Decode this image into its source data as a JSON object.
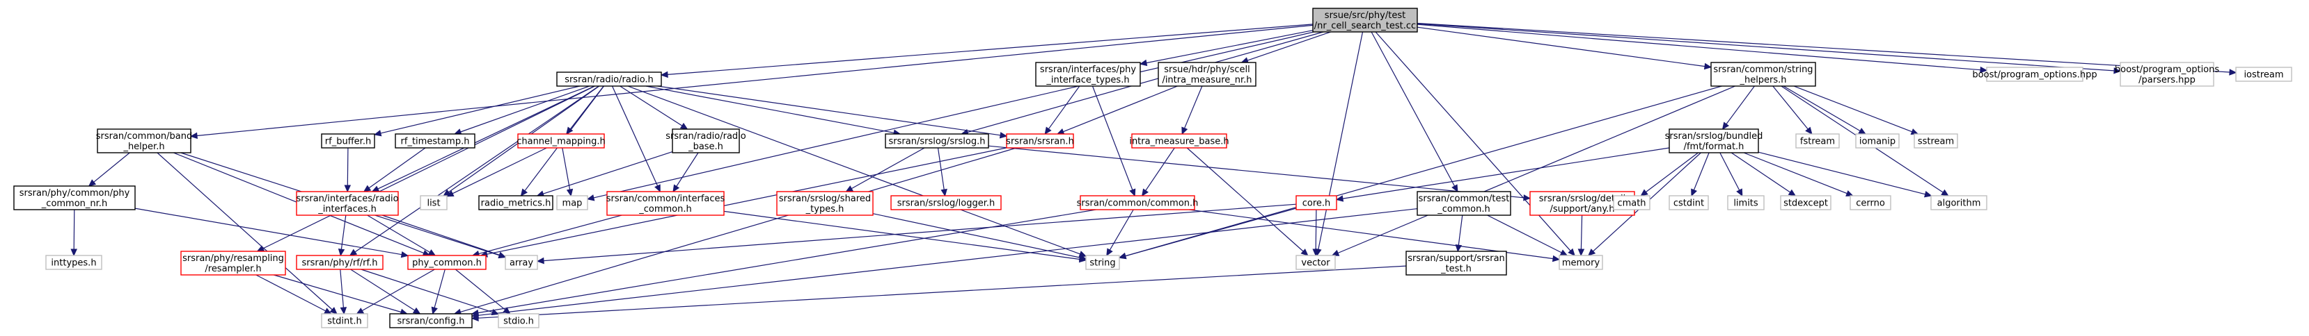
{
  "graph": {
    "title": "Include dependency graph for nr_cell_search_test.cc",
    "colors": {
      "root_fill": "#bfbfbf",
      "doc_border": "#000000",
      "undoc_border": "#ff0000",
      "system_border": "#bfbfbf",
      "edge": "#191970"
    },
    "nodes": [
      {
        "id": "root",
        "lines": [
          "srsue/src/phy/test",
          "/nr_cell_search_test.cc"
        ],
        "kind": "root"
      },
      {
        "id": "radio",
        "lines": [
          "srsran/radio/radio.h"
        ],
        "kind": "doc"
      },
      {
        "id": "phyif",
        "lines": [
          "srsran/interfaces/phy",
          "_interface_types.h"
        ],
        "kind": "doc"
      },
      {
        "id": "intra",
        "lines": [
          "srsue/hdr/phy/scell",
          "/intra_measure_nr.h"
        ],
        "kind": "doc"
      },
      {
        "id": "strh",
        "lines": [
          "srsran/common/string",
          "_helpers.h"
        ],
        "kind": "doc"
      },
      {
        "id": "bpo",
        "lines": [
          "boost/program_options.hpp"
        ],
        "kind": "sys"
      },
      {
        "id": "bpop",
        "lines": [
          "boost/program_options",
          "/parsers.hpp"
        ],
        "kind": "sys"
      },
      {
        "id": "iostream",
        "lines": [
          "iostream"
        ],
        "kind": "sys"
      },
      {
        "id": "band",
        "lines": [
          "srsran/common/band",
          "_helper.h"
        ],
        "kind": "doc"
      },
      {
        "id": "rfbuf",
        "lines": [
          "rf_buffer.h"
        ],
        "kind": "doc"
      },
      {
        "id": "rfts",
        "lines": [
          "rf_timestamp.h"
        ],
        "kind": "doc"
      },
      {
        "id": "chmap",
        "lines": [
          "channel_mapping.h"
        ],
        "kind": "undoc"
      },
      {
        "id": "radiobase",
        "lines": [
          "srsran/radio/radio",
          "_base.h"
        ],
        "kind": "doc"
      },
      {
        "id": "srslog",
        "lines": [
          "srsran/srslog/srslog.h"
        ],
        "kind": "doc"
      },
      {
        "id": "srsranh",
        "lines": [
          "srsran/srsran.h"
        ],
        "kind": "undoc"
      },
      {
        "id": "imb",
        "lines": [
          "intra_measure_base.h"
        ],
        "kind": "undoc"
      },
      {
        "id": "bfmt",
        "lines": [
          "srsran/srslog/bundled",
          "/fmt/format.h"
        ],
        "kind": "doc"
      },
      {
        "id": "fstream",
        "lines": [
          "fstream"
        ],
        "kind": "sys"
      },
      {
        "id": "iomanip",
        "lines": [
          "iomanip"
        ],
        "kind": "sys"
      },
      {
        "id": "sstream",
        "lines": [
          "sstream"
        ],
        "kind": "sys"
      },
      {
        "id": "phycommonnr",
        "lines": [
          "srsran/phy/common/phy",
          "_common_nr.h"
        ],
        "kind": "doc"
      },
      {
        "id": "radioif",
        "lines": [
          "srsran/interfaces/radio",
          "_interfaces.h"
        ],
        "kind": "undoc"
      },
      {
        "id": "list",
        "lines": [
          "list"
        ],
        "kind": "sys"
      },
      {
        "id": "radiometrics",
        "lines": [
          "radio_metrics.h"
        ],
        "kind": "doc"
      },
      {
        "id": "map",
        "lines": [
          "map"
        ],
        "kind": "sys"
      },
      {
        "id": "ifcommon",
        "lines": [
          "srsran/common/interfaces",
          "_common.h"
        ],
        "kind": "undoc"
      },
      {
        "id": "sharedtypes",
        "lines": [
          "srsran/srslog/shared",
          "_types.h"
        ],
        "kind": "undoc"
      },
      {
        "id": "logger",
        "lines": [
          "srsran/srslog/logger.h"
        ],
        "kind": "undoc"
      },
      {
        "id": "common",
        "lines": [
          "srsran/common/common.h"
        ],
        "kind": "undoc"
      },
      {
        "id": "coreh",
        "lines": [
          "core.h"
        ],
        "kind": "undoc"
      },
      {
        "id": "testcommon",
        "lines": [
          "srsran/common/test",
          "_common.h"
        ],
        "kind": "doc"
      },
      {
        "id": "anyh",
        "lines": [
          "srsran/srslog/detail",
          "/support/any.h"
        ],
        "kind": "undoc"
      },
      {
        "id": "cmath",
        "lines": [
          "cmath"
        ],
        "kind": "sys"
      },
      {
        "id": "cstdint",
        "lines": [
          "cstdint"
        ],
        "kind": "sys"
      },
      {
        "id": "limits",
        "lines": [
          "limits"
        ],
        "kind": "sys"
      },
      {
        "id": "stdexcept",
        "lines": [
          "stdexcept"
        ],
        "kind": "sys"
      },
      {
        "id": "cerrno",
        "lines": [
          "cerrno"
        ],
        "kind": "sys"
      },
      {
        "id": "algorithm",
        "lines": [
          "algorithm"
        ],
        "kind": "sys"
      },
      {
        "id": "inttypes",
        "lines": [
          "inttypes.h"
        ],
        "kind": "sys"
      },
      {
        "id": "resampler",
        "lines": [
          "srsran/phy/resampling",
          "/resampler.h"
        ],
        "kind": "undoc"
      },
      {
        "id": "rfh",
        "lines": [
          "srsran/phy/rf/rf.h"
        ],
        "kind": "undoc"
      },
      {
        "id": "phycommon",
        "lines": [
          "phy_common.h"
        ],
        "kind": "undoc"
      },
      {
        "id": "array",
        "lines": [
          "array"
        ],
        "kind": "sys"
      },
      {
        "id": "string",
        "lines": [
          "string"
        ],
        "kind": "sys"
      },
      {
        "id": "vector",
        "lines": [
          "vector"
        ],
        "kind": "sys"
      },
      {
        "id": "memory",
        "lines": [
          "memory"
        ],
        "kind": "sys"
      },
      {
        "id": "srstest",
        "lines": [
          "srsran/support/srsran",
          "_test.h"
        ],
        "kind": "doc"
      },
      {
        "id": "stdint",
        "lines": [
          "stdint.h"
        ],
        "kind": "sys"
      },
      {
        "id": "config",
        "lines": [
          "srsran/config.h"
        ],
        "kind": "doc"
      },
      {
        "id": "stdio",
        "lines": [
          "stdio.h"
        ],
        "kind": "sys"
      }
    ],
    "edges": [
      [
        "root",
        "radio"
      ],
      [
        "root",
        "phyif"
      ],
      [
        "root",
        "intra"
      ],
      [
        "root",
        "strh"
      ],
      [
        "root",
        "bpo"
      ],
      [
        "root",
        "bpop"
      ],
      [
        "root",
        "iostream"
      ],
      [
        "root",
        "band"
      ],
      [
        "root",
        "srslog"
      ],
      [
        "root",
        "testcommon"
      ],
      [
        "root",
        "vector"
      ],
      [
        "root",
        "memory"
      ],
      [
        "root",
        "map"
      ],
      [
        "radio",
        "rfbuf"
      ],
      [
        "radio",
        "rfts"
      ],
      [
        "radio",
        "chmap"
      ],
      [
        "radio",
        "radiobase"
      ],
      [
        "radio",
        "srslog"
      ],
      [
        "radio",
        "srsranh"
      ],
      [
        "radio",
        "radioif"
      ],
      [
        "radio",
        "radiometrics"
      ],
      [
        "radio",
        "list"
      ],
      [
        "radio",
        "resampler"
      ],
      [
        "radio",
        "rfh"
      ],
      [
        "radio",
        "ifcommon"
      ],
      [
        "radio",
        "string"
      ],
      [
        "phyif",
        "srsranh"
      ],
      [
        "phyif",
        "common"
      ],
      [
        "intra",
        "srsranh"
      ],
      [
        "intra",
        "imb"
      ],
      [
        "strh",
        "bfmt"
      ],
      [
        "strh",
        "fstream"
      ],
      [
        "strh",
        "iomanip"
      ],
      [
        "strh",
        "sstream"
      ],
      [
        "strh",
        "algorithm"
      ],
      [
        "strh",
        "vector"
      ],
      [
        "strh",
        "string"
      ],
      [
        "band",
        "phycommonnr"
      ],
      [
        "band",
        "stdint"
      ],
      [
        "band",
        "phycommon"
      ],
      [
        "band",
        "array"
      ],
      [
        "rfbuf",
        "radioif"
      ],
      [
        "rfts",
        "radioif"
      ],
      [
        "chmap",
        "list"
      ],
      [
        "chmap",
        "map"
      ],
      [
        "radiobase",
        "radiometrics"
      ],
      [
        "radiobase",
        "ifcommon"
      ],
      [
        "srslog",
        "sharedtypes"
      ],
      [
        "srslog",
        "logger"
      ],
      [
        "srslog",
        "anyh"
      ],
      [
        "srsranh",
        "config"
      ],
      [
        "srsranh",
        "phycommon"
      ],
      [
        "imb",
        "common"
      ],
      [
        "imb",
        "vector"
      ],
      [
        "bfmt",
        "coreh"
      ],
      [
        "bfmt",
        "cmath"
      ],
      [
        "bfmt",
        "cstdint"
      ],
      [
        "bfmt",
        "limits"
      ],
      [
        "bfmt",
        "stdexcept"
      ],
      [
        "bfmt",
        "cerrno"
      ],
      [
        "bfmt",
        "algorithm"
      ],
      [
        "bfmt",
        "memory"
      ],
      [
        "phycommonnr",
        "inttypes"
      ],
      [
        "phycommonnr",
        "phycommon"
      ],
      [
        "radioif",
        "rfh"
      ],
      [
        "radioif",
        "phycommon"
      ],
      [
        "radioif",
        "array"
      ],
      [
        "ifcommon",
        "phycommon"
      ],
      [
        "ifcommon",
        "string"
      ],
      [
        "sharedtypes",
        "string"
      ],
      [
        "common",
        "string"
      ],
      [
        "common",
        "config"
      ],
      [
        "common",
        "memory"
      ],
      [
        "coreh",
        "string"
      ],
      [
        "coreh",
        "vector"
      ],
      [
        "coreh",
        "array"
      ],
      [
        "testcommon",
        "srstest"
      ],
      [
        "testcommon",
        "config"
      ],
      [
        "testcommon",
        "memory"
      ],
      [
        "anyh",
        "memory"
      ],
      [
        "resampler",
        "stdint"
      ],
      [
        "resampler",
        "config"
      ],
      [
        "rfh",
        "stdint"
      ],
      [
        "rfh",
        "config"
      ],
      [
        "rfh",
        "stdio"
      ],
      [
        "phycommon",
        "config"
      ],
      [
        "phycommon",
        "stdint"
      ],
      [
        "phycommon",
        "stdio"
      ],
      [
        "srstest",
        "config"
      ]
    ]
  }
}
